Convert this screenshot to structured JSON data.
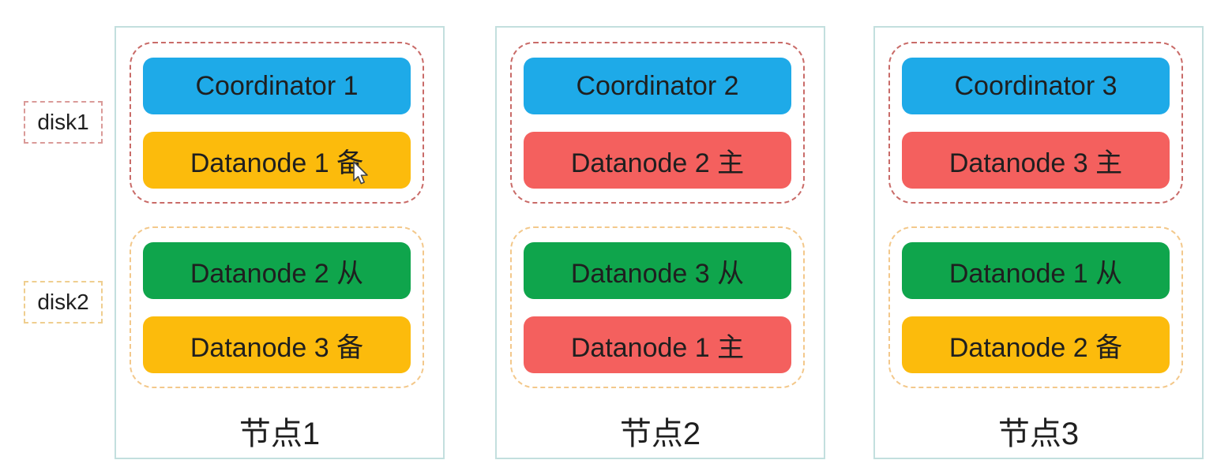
{
  "palette": {
    "blue": "#1EAAE8",
    "yellow": "#FCBB0C",
    "green": "#0FA54C",
    "red": "#F4605E",
    "disk1_border": "#C96B68",
    "disk2_border": "#F3C88B",
    "disk1_label_border": "#DA9A98",
    "disk2_label_border": "#EFCE8F",
    "node_border": "#C3DFDE",
    "text": "#1F1F1F"
  },
  "disk_labels": [
    {
      "label": "disk1"
    },
    {
      "label": "disk2"
    }
  ],
  "nodes": [
    {
      "label": "节点1",
      "disk1_boxes": [
        {
          "text": "Coordinator 1",
          "color": "blue"
        },
        {
          "text": "Datanode 1 备",
          "color": "yellow"
        }
      ],
      "disk2_boxes": [
        {
          "text": "Datanode 2 从",
          "color": "green"
        },
        {
          "text": "Datanode 3 备",
          "color": "yellow"
        }
      ]
    },
    {
      "label": "节点2",
      "disk1_boxes": [
        {
          "text": "Coordinator 2",
          "color": "blue"
        },
        {
          "text": "Datanode 2 主",
          "color": "red"
        }
      ],
      "disk2_boxes": [
        {
          "text": "Datanode 3 从",
          "color": "green"
        },
        {
          "text": "Datanode 1 主",
          "color": "red"
        }
      ]
    },
    {
      "label": "节点3",
      "disk1_boxes": [
        {
          "text": "Coordinator 3",
          "color": "blue"
        },
        {
          "text": "Datanode 3 主",
          "color": "red"
        }
      ],
      "disk2_boxes": [
        {
          "text": "Datanode 1 从",
          "color": "green"
        },
        {
          "text": "Datanode 2 备",
          "color": "yellow"
        }
      ]
    }
  ]
}
